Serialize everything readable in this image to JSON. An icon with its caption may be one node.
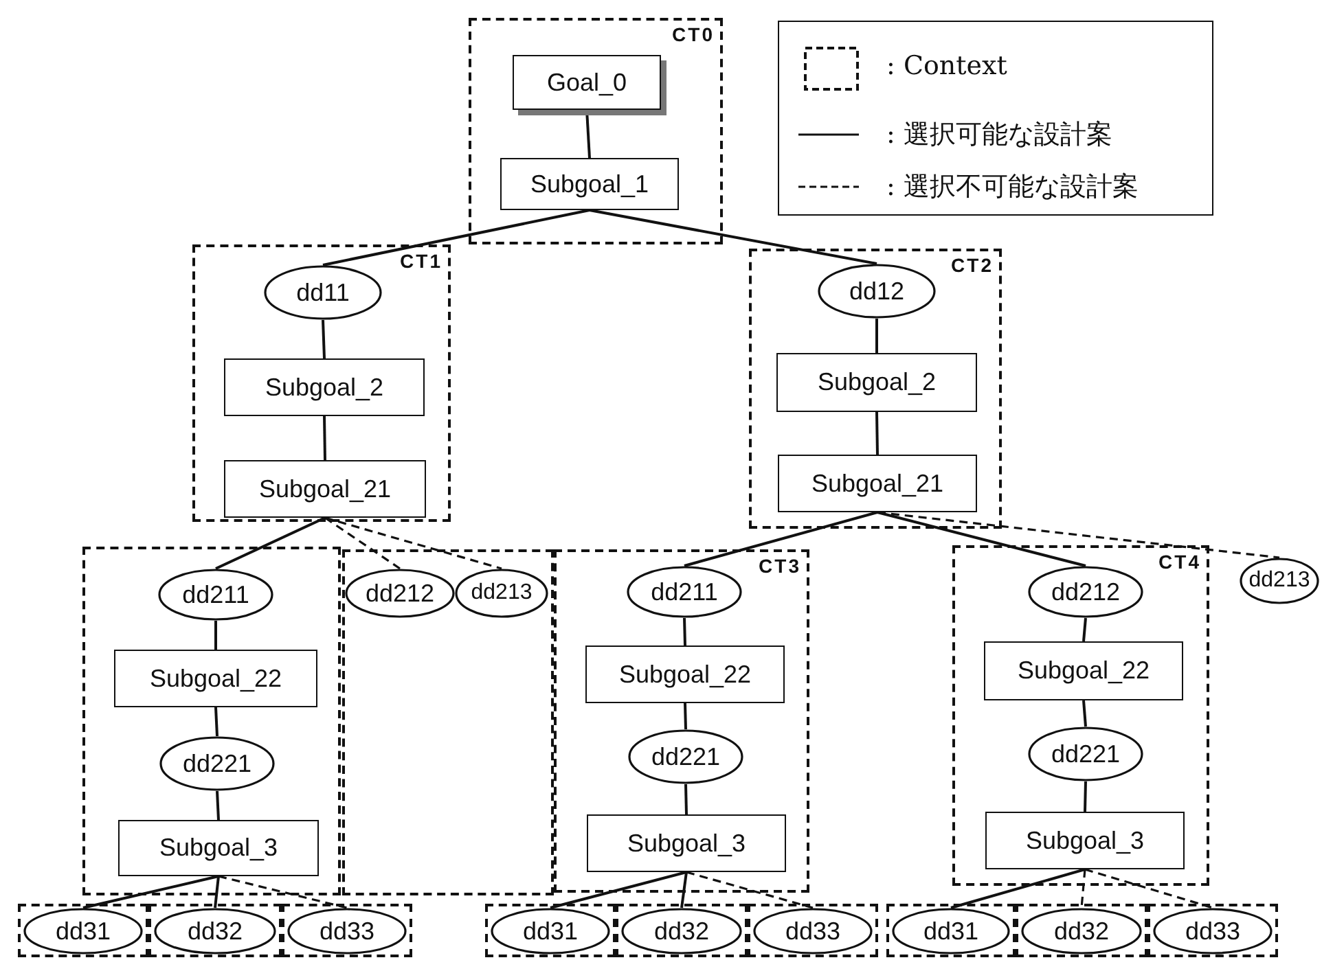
{
  "diagram": {
    "nodes": [
      {
        "text": [
          "CT0"
        ]
      },
      {
        "text": [
          "Goal_0"
        ],
        "in": 0
      },
      {
        "text": [
          "Subgoal_1"
        ],
        "in": 0
      },
      {
        "text": [
          "CT1"
        ]
      },
      {
        "text": [
          "dd11"
        ],
        "in": 3
      },
      {
        "text": [
          "Subgoal_2"
        ],
        "in": 3
      },
      {
        "text": [
          "Subgoal_21"
        ],
        "in": 3
      },
      {
        "text": [
          "CT2"
        ]
      },
      {
        "text": [
          "dd12"
        ],
        "in": 7
      },
      {
        "text": [
          "Subgoal_2"
        ],
        "in": 7
      },
      {
        "text": [
          "Subgoal_21"
        ],
        "in": 7
      },
      {
        "text": [],
        "shape": "box"
      },
      {
        "text": [
          "dd211"
        ],
        "in": 11
      },
      {
        "text": [
          "Subgoal_22"
        ],
        "in": 11
      },
      {
        "text": [
          "dd221"
        ],
        "in": 11
      },
      {
        "text": [
          "Subgoal_3"
        ],
        "in": 11
      },
      {
        "text": [],
        "shape": "box"
      },
      {
        "text": [
          "dd212"
        ],
        "in": 16
      },
      {
        "text": [
          "dd213"
        ],
        "in": 16
      },
      {
        "text": [
          "CT3"
        ]
      },
      {
        "text": [
          "dd211"
        ],
        "in": 19
      },
      {
        "text": [
          "Subgoal_22"
        ],
        "in": 19
      },
      {
        "text": [
          "dd221"
        ],
        "in": 19
      },
      {
        "text": [
          "Subgoal_3"
        ],
        "in": 19
      },
      {
        "text": [
          "CT4"
        ]
      },
      {
        "text": [
          "dd212"
        ],
        "in": 24
      },
      {
        "text": [
          "Subgoal_22"
        ],
        "in": 24
      },
      {
        "text": [
          "dd221"
        ],
        "in": 24
      },
      {
        "text": [
          "Subgoal_3"
        ],
        "in": 24
      },
      {
        "text": [
          "dd213"
        ]
      },
      {
        "text": [],
        "shape": "box"
      },
      {
        "text": [
          "dd31"
        ],
        "in": 30
      },
      {
        "text": [],
        "shape": "box"
      },
      {
        "text": [
          "dd32"
        ],
        "in": 32
      },
      {
        "text": [],
        "shape": "box"
      },
      {
        "text": [
          "dd33"
        ],
        "in": 34
      },
      {
        "text": [],
        "shape": "box"
      },
      {
        "text": [
          "dd31"
        ],
        "in": 36
      },
      {
        "text": [],
        "shape": "box"
      },
      {
        "text": [
          "dd32"
        ],
        "in": 38
      },
      {
        "text": [],
        "shape": "box"
      },
      {
        "text": [
          "dd33"
        ],
        "in": 40
      },
      {
        "text": [],
        "shape": "box"
      },
      {
        "text": [
          "dd31"
        ],
        "in": 42
      },
      {
        "text": [],
        "shape": "box"
      },
      {
        "text": [
          "dd32"
        ],
        "in": 44
      },
      {
        "text": [],
        "shape": "box"
      },
      {
        "text": [
          "dd33"
        ],
        "in": 46
      }
    ],
    "edges": [
      {
        "from": 1,
        "to": 2,
        "arrow": "none"
      },
      {
        "from": 2,
        "to": 4,
        "arrow": "none"
      },
      {
        "from": 2,
        "to": 8,
        "arrow": "none"
      },
      {
        "from": 4,
        "to": 5,
        "arrow": "none"
      },
      {
        "from": 5,
        "to": 6,
        "arrow": "none"
      },
      {
        "from": 6,
        "to": 12,
        "arrow": "none"
      },
      {
        "from": 6,
        "to": 17,
        "arrow": "none",
        "style": "dashed"
      },
      {
        "from": 6,
        "to": 18,
        "arrow": "none",
        "style": "dashed"
      },
      {
        "from": 12,
        "to": 13,
        "arrow": "none"
      },
      {
        "from": 13,
        "to": 14,
        "arrow": "none"
      },
      {
        "from": 14,
        "to": 15,
        "arrow": "none"
      },
      {
        "from": 15,
        "to": 31,
        "arrow": "none"
      },
      {
        "from": 15,
        "to": 33,
        "arrow": "none"
      },
      {
        "from": 15,
        "to": 35,
        "arrow": "none",
        "style": "dashed"
      },
      {
        "from": 8,
        "to": 9,
        "arrow": "none"
      },
      {
        "from": 9,
        "to": 10,
        "arrow": "none"
      },
      {
        "from": 10,
        "to": 20,
        "arrow": "none"
      },
      {
        "from": 10,
        "to": 25,
        "arrow": "none"
      },
      {
        "from": 10,
        "to": 29,
        "arrow": "none",
        "style": "dashed"
      },
      {
        "from": 20,
        "to": 21,
        "arrow": "none"
      },
      {
        "from": 21,
        "to": 22,
        "arrow": "none"
      },
      {
        "from": 22,
        "to": 23,
        "arrow": "none"
      },
      {
        "from": 23,
        "to": 37,
        "arrow": "none"
      },
      {
        "from": 23,
        "to": 39,
        "arrow": "none"
      },
      {
        "from": 23,
        "to": 41,
        "arrow": "none",
        "style": "dashed"
      },
      {
        "from": 25,
        "to": 26,
        "arrow": "none"
      },
      {
        "from": 26,
        "to": 27,
        "arrow": "none"
      },
      {
        "from": 27,
        "to": 28,
        "arrow": "none"
      },
      {
        "from": 28,
        "to": 43,
        "arrow": "none"
      },
      {
        "from": 28,
        "to": 45,
        "arrow": "none",
        "style": "dashed"
      },
      {
        "from": 28,
        "to": 47,
        "arrow": "none",
        "style": "dashed"
      }
    ],
    "legend": [
      {
        "text": ": Context"
      },
      {
        "text": ": 選択可能な設計案"
      },
      {
        "text": ": 選択不可能な設計案"
      }
    ]
  }
}
